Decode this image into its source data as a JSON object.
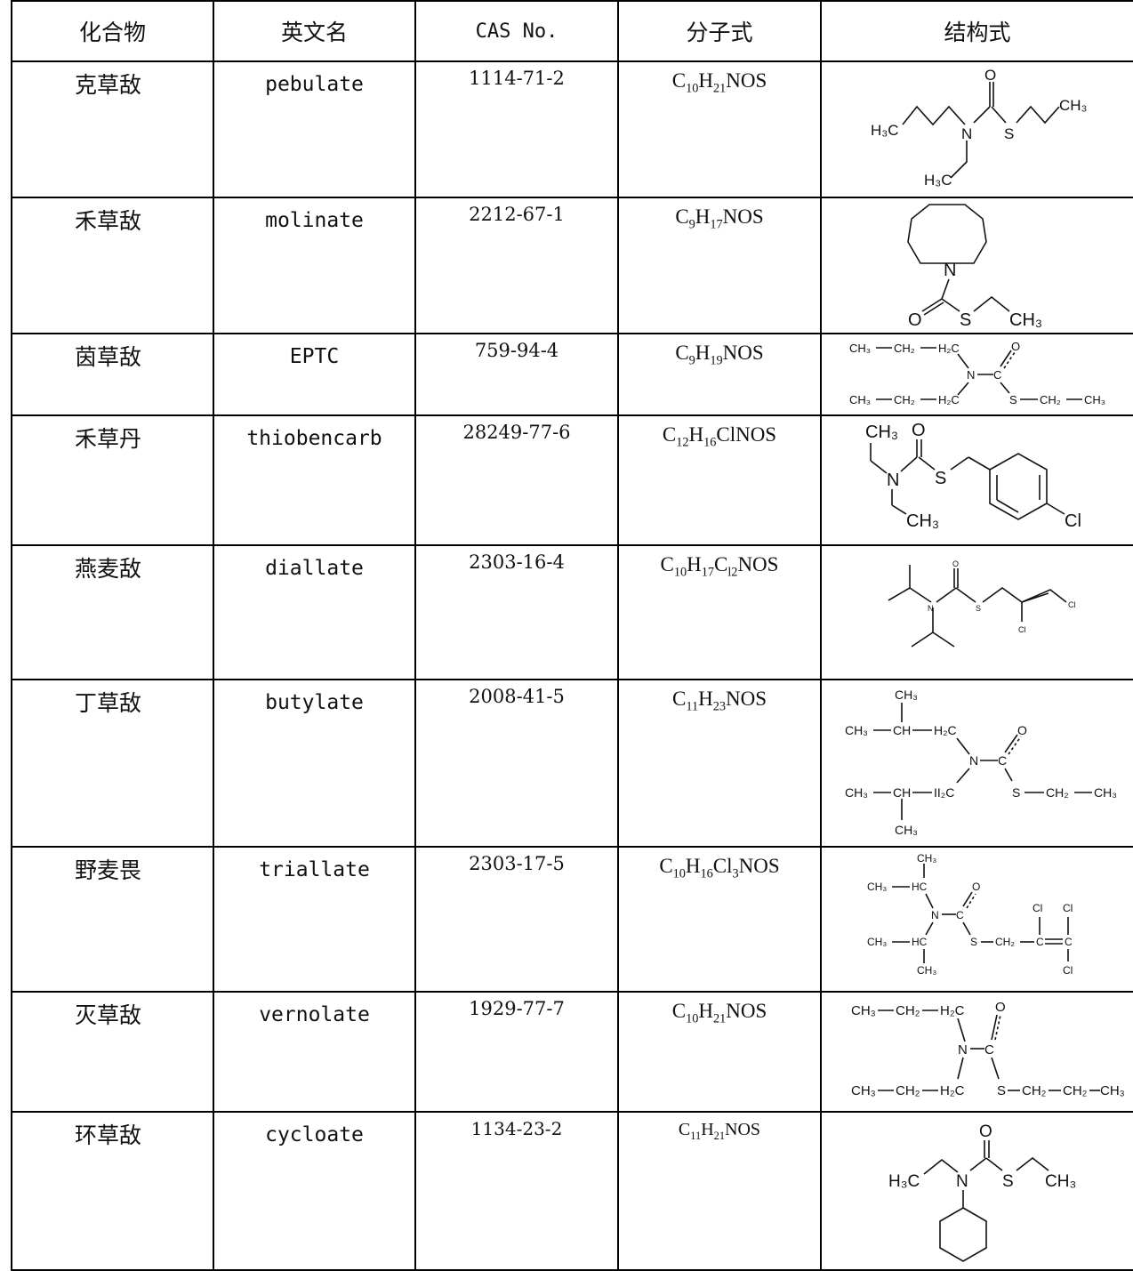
{
  "header": {
    "compound": "化合物",
    "english": "英文名",
    "cas": "CAS No.",
    "formula": "分子式",
    "structure": "结构式"
  },
  "rows": [
    {
      "cn": "克草敌",
      "en": "pebulate",
      "cas": "1114-71-2",
      "formula": "C(10)H(21)NOS",
      "structure_icon": "pebulate-structure"
    },
    {
      "cn": "禾草敌",
      "en": "molinate",
      "cas": "2212-67-1",
      "formula": "C(9)H(17)NOS",
      "structure_icon": "molinate-structure"
    },
    {
      "cn": "茵草敌",
      "en": "EPTC",
      "cas": "759-94-4",
      "formula": "C(9)H(19)NOS",
      "structure_icon": "eptc-structure"
    },
    {
      "cn": "禾草丹",
      "en": "thiobencarb",
      "cas": "28249-77-6",
      "formula": "C(12)H(16)ClNOS",
      "structure_icon": "thiobencarb-structure"
    },
    {
      "cn": "燕麦敌",
      "en": "diallate",
      "cas": "2303-16-4",
      "formula": "C(10)H(17)C(l2)NOS",
      "structure_icon": "diallate-structure"
    },
    {
      "cn": "丁草敌",
      "en": "butylate",
      "cas": "2008-41-5",
      "formula": "C(11)H(23)NOS",
      "structure_icon": "butylate-structure"
    },
    {
      "cn": "野麦畏",
      "en": "triallate",
      "cas": "2303-17-5",
      "formula": "C(10)H(16)Cl(3)NOS",
      "structure_icon": "triallate-structure"
    },
    {
      "cn": "灭草敌",
      "en": "vernolate",
      "cas": "1929-77-7",
      "formula": "C(10)H(21)NOS",
      "structure_icon": "vernolate-structure"
    },
    {
      "cn": "环草敌",
      "en": "cycloate",
      "cas": "1134-23-2",
      "formula": "C(11)H(21)NOS",
      "structure_icon": "cycloate-structure"
    }
  ],
  "labels": {
    "O": "O",
    "S": "S",
    "N": "N",
    "Cl": "Cl",
    "H3C": "H₃C",
    "CH3": "CH₃",
    "CH2": "CH₂",
    "H2C": "H₂C",
    "CH": "CH",
    "HC": "HC",
    "C": "C",
    "II2C": "II₂C"
  }
}
